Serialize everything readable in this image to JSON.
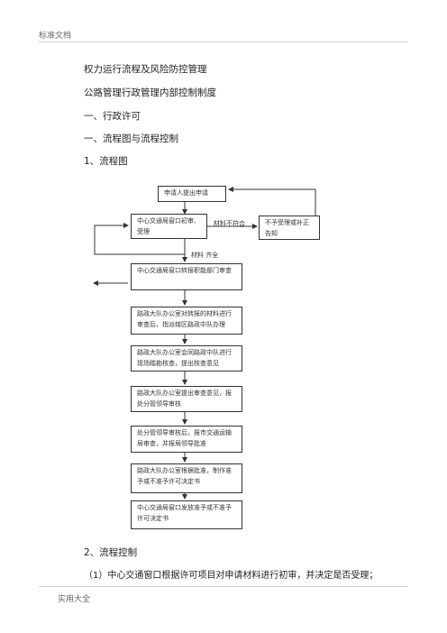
{
  "header": {
    "label": "标准文档"
  },
  "footer": {
    "label": "实用大全"
  },
  "body": {
    "title": "权力运行流程及风险防控管理",
    "subtitle": "公路管理行政管理内部控制制度",
    "section1": "一、行政许可",
    "section2": "一、流程图与流程控制",
    "item1": "1、流程图",
    "item2": "2、流程控制",
    "para1": "（1）中心交通窗口根据许可项目对申请材料进行初审，并决定是否受理；"
  },
  "flowchart": {
    "b1": "申请人提出申请",
    "b2": "中心交通局窗口初审、受理",
    "b3": "不予受理或补正告知",
    "b4": "中心交通局窗口转报职能部门审查",
    "b5": "路政大队办公室对转报的材料进行审查后，指派辖区路政中队办理",
    "b6": "路政大队办公室会同路政中队进行现场踏勘核查，提出核查意见",
    "b7": "路政大队办公室提出审查意见，报处分管领导审核",
    "b8": "处分管领导审核后，报市交通运输局审查，并报局领导批准",
    "b9": "路政大队办公室根据批准，制作准予或不准予许可决定书",
    "b10": "中心交通局窗口发放准予或不准予许可决定书",
    "label_reject": "材料不符合",
    "label_accept": "材料  齐全"
  }
}
